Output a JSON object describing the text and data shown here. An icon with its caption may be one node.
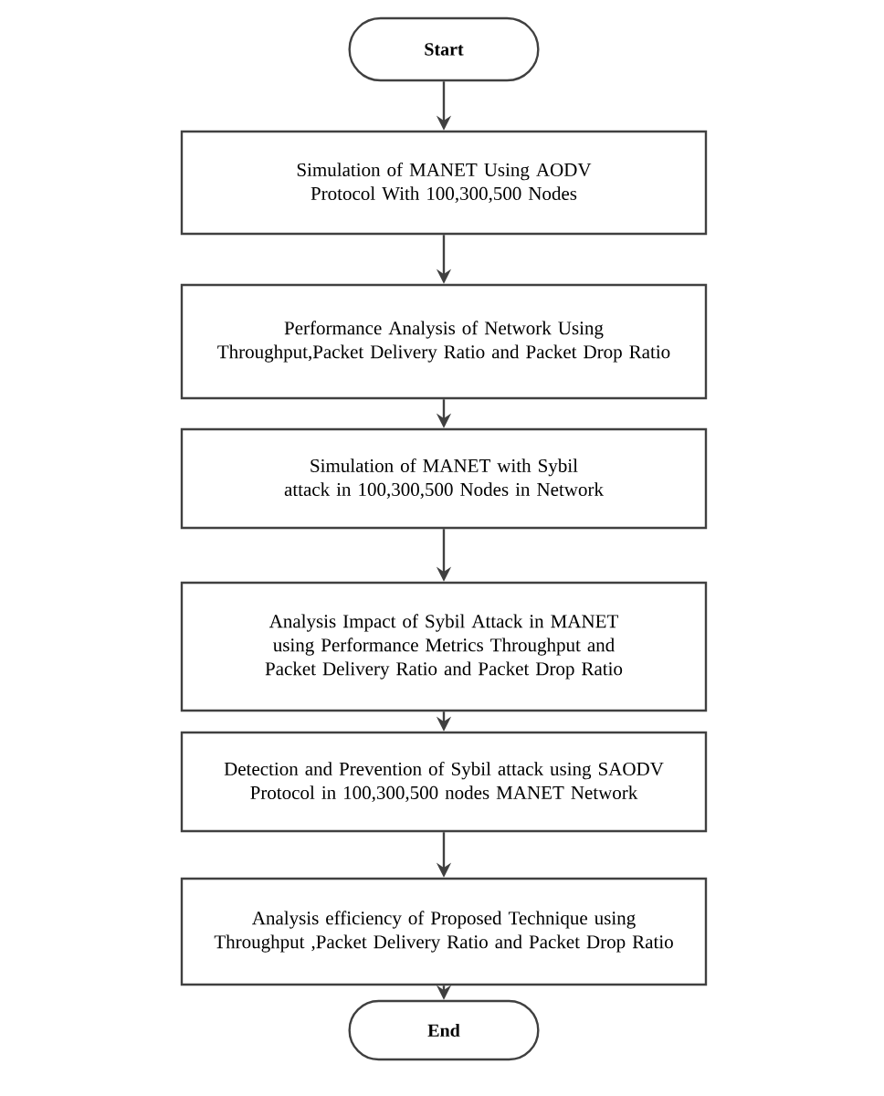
{
  "diagram": {
    "nodes": [
      {
        "text": [
          "Start"
        ]
      },
      {
        "text": [
          "Simulation of MANET Using AODV Protocol With 100,300,500 Nodes"
        ]
      },
      {
        "text": [
          "Performance Analysis of Network Using Throughput,Packet Delivery Ratio and Packet Drop Ratio"
        ]
      },
      {
        "text": [
          "Simulation of MANET with Sybil attack in 100,300,500 Nodes in Network"
        ]
      },
      {
        "text": [
          "Analysis Impact of Sybil Attack in MANET using Performance Metrics Throughput and Packet Delivery Ratio and Packet Drop Ratio"
        ]
      },
      {
        "text": [
          "Detection and Prevention of Sybil attack using SAODV Protocol in 100,300,500 nodes MANET Network"
        ]
      },
      {
        "text": [
          "Analysis efficiency of Proposed Technique using Throughput ,Packet Delivery Ratio and Packet Drop Ratio"
        ]
      },
      {
        "text": [
          "End"
        ]
      }
    ],
    "edges": [
      {
        "from": 0,
        "to": 1,
        "arrow": "to"
      },
      {
        "from": 1,
        "to": 2,
        "arrow": "to"
      },
      {
        "from": 2,
        "to": 3,
        "arrow": "to"
      },
      {
        "from": 3,
        "to": 4,
        "arrow": "to"
      },
      {
        "from": 4,
        "to": 5,
        "arrow": "to"
      },
      {
        "from": 5,
        "to": 6,
        "arrow": "to"
      },
      {
        "from": 6,
        "to": 7,
        "arrow": "to"
      }
    ]
  }
}
